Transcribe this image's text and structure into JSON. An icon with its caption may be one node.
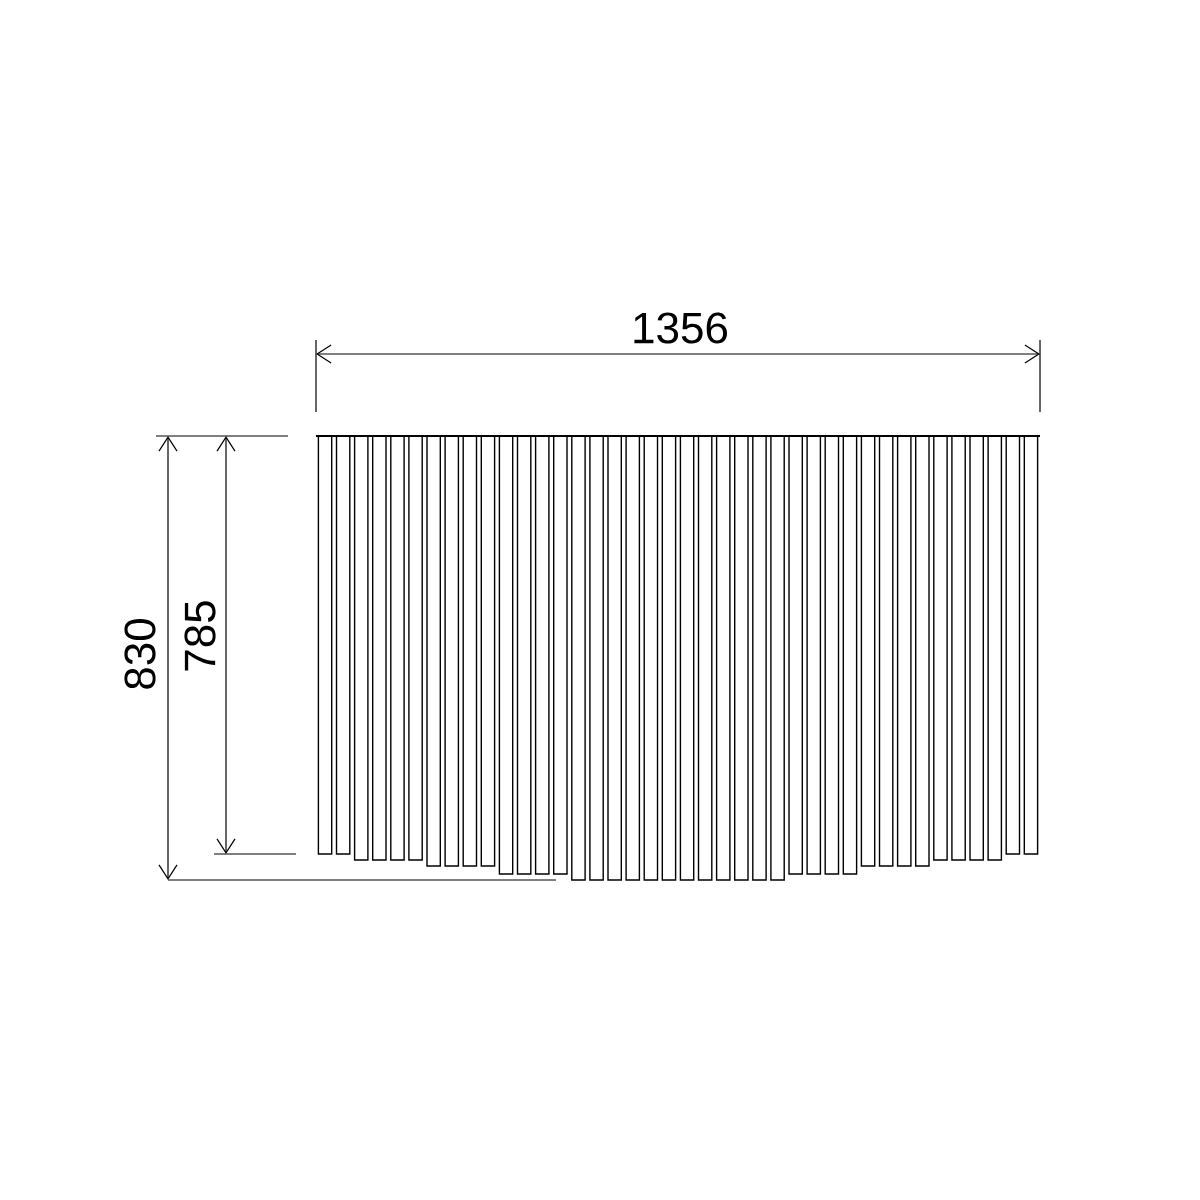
{
  "diagram": {
    "labels": [
      "1356",
      "830",
      "785"
    ]
  }
}
